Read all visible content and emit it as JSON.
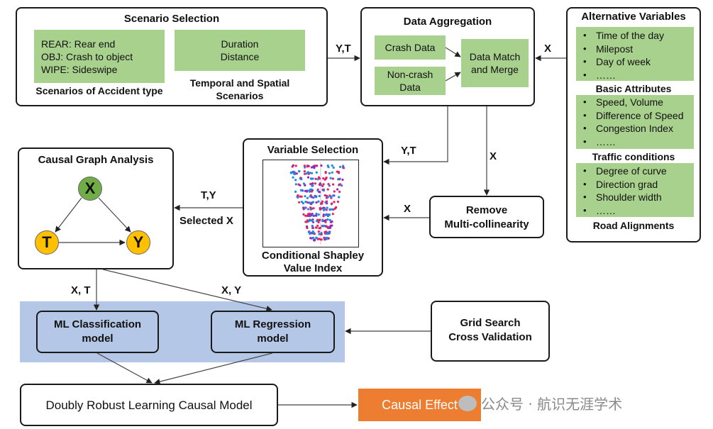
{
  "scenario": {
    "title": "Scenario Selection",
    "accident_lines": [
      "REAR: Rear end",
      "OBJ: Crash to object",
      "WIPE: Sideswipe"
    ],
    "accident_caption": "Scenarios of Accident type",
    "temporal_lines": [
      "Duration",
      "Distance"
    ],
    "temporal_caption": [
      "Temporal and Spatial",
      "Scenarios"
    ]
  },
  "aggregation": {
    "title": "Data Aggregation",
    "crash": "Crash Data",
    "noncrash": [
      "Non-crash",
      "Data"
    ],
    "match": [
      "Data Match",
      "and Merge"
    ]
  },
  "alternatives": {
    "title": "Alternative Variables",
    "groups": [
      {
        "items": [
          "Time of the day",
          "Milepost",
          "Day of week",
          "……"
        ],
        "caption": "Basic Attributes"
      },
      {
        "items": [
          "Speed, Volume",
          "Difference of Speed",
          "Congestion Index",
          "……"
        ],
        "caption": "Traffic conditions"
      },
      {
        "items": [
          "Degree of curve",
          "Direction grad",
          "Shoulder width",
          "……"
        ],
        "caption": "Road Alignments"
      }
    ]
  },
  "variable_selection": {
    "title": "Variable Selection",
    "caption": [
      "Conditional Shapley",
      "Value Index"
    ]
  },
  "remove": {
    "lines": [
      "Remove",
      "Multi-collinearity"
    ]
  },
  "causal_graph": {
    "title": "Causal Graph Analysis",
    "nodes": {
      "x": "X",
      "t": "T",
      "y": "Y"
    }
  },
  "ml_classification": {
    "lines": [
      "ML Classification",
      "model"
    ]
  },
  "ml_regression": {
    "lines": [
      "ML Regression",
      "model"
    ]
  },
  "grid_search": {
    "lines": [
      "Grid Search",
      "Cross Validation"
    ]
  },
  "doubly_robust": {
    "label": "Doubly Robust Learning Causal Model"
  },
  "causal_effect": {
    "label": "Causal Effect"
  },
  "watermark": {
    "text": "公众号 · 航识无涯学术"
  },
  "edge_labels": {
    "yt_top": "Y,T",
    "x_alt": "X",
    "yt_mid": "Y,T",
    "x_down": "X",
    "ty": "T,Y",
    "selected_x": "Selected X",
    "x_remove": "X",
    "x_t": "X, T",
    "x_y": "X, Y"
  },
  "colors": {
    "green_fill": "#a9d18e",
    "blue_panel": "#b4c7e7",
    "node_green": "#70ad47",
    "node_yellow": "#ffc000",
    "orange": "#ed7d31"
  }
}
